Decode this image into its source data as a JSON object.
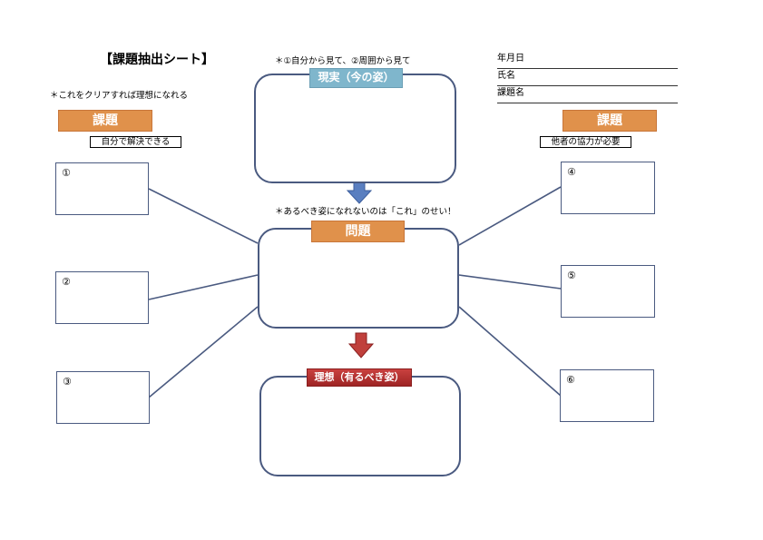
{
  "sheet_title": "【課題抽出シート】",
  "note_view": "＊①自分から見て、②周囲から見て",
  "note_clear": "＊これをクリアすれば理想になれる",
  "note_problem": "＊あるべき姿になれないのは「これ」のせい！",
  "fields": {
    "date": "年月日",
    "name": "氏名",
    "topic": "課題名"
  },
  "left_label": "課題",
  "left_sub": "自分で解決できる",
  "right_label": "課題",
  "right_sub": "他者の協力が必要",
  "reality_label": "現実（今の姿）",
  "problem_label": "問題",
  "ideal_label": "理想（有るべき姿）",
  "items": [
    "①",
    "②",
    "③",
    "④",
    "⑤",
    "⑥"
  ],
  "colors": {
    "orange": "#e0914b",
    "blue_label": "#7fb6cc",
    "red_label": "#b23232",
    "line": "#4a5a80",
    "arrow_blue": "#5a7fc0",
    "arrow_red": "#c0403c"
  }
}
